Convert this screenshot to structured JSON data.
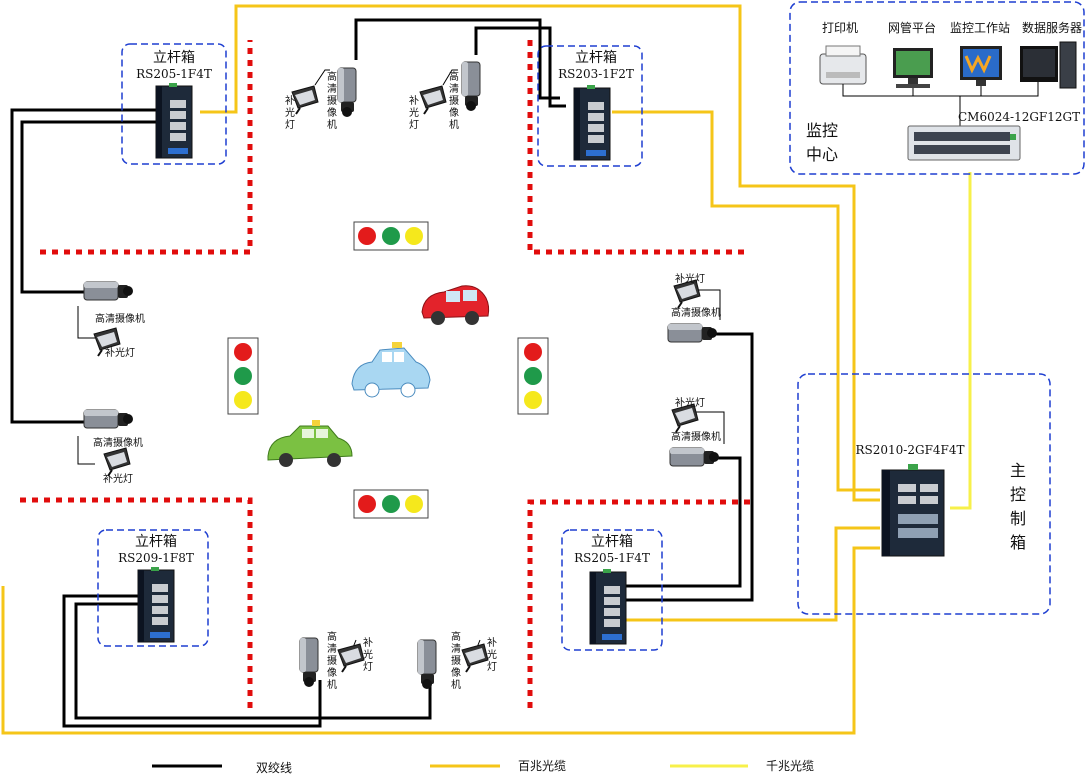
{
  "boxes": {
    "top_left": {
      "title": "立杆箱",
      "model": "RS205-1F4T"
    },
    "top_right": {
      "title": "立杆箱",
      "model": "RS203-1F2T"
    },
    "bottom_left": {
      "title": "立杆箱",
      "model": "RS209-1F8T"
    },
    "bottom_right": {
      "title": "立杆箱",
      "model": "RS205-1F4T"
    }
  },
  "monitor_center": {
    "label_line1": "监控",
    "label_line2": "中心",
    "devices": [
      "打印机",
      "网管平台",
      "监控工作站",
      "数据服务器"
    ],
    "switch_model": "CM6024-12GF12GT"
  },
  "main_box": {
    "label": [
      "主",
      "控",
      "制",
      "箱"
    ],
    "model": "RS2010-2GF4F4T"
  },
  "camera_label": "高清摄像机",
  "light_label": "补光灯",
  "camera_label_chars": [
    "高",
    "清",
    "摄",
    "像",
    "机"
  ],
  "light_label_chars": [
    "补",
    "光",
    "灯"
  ],
  "legend": [
    {
      "label": "双绞线",
      "color": "#000000"
    },
    {
      "label": "百兆光缆",
      "color": "#f5c518"
    },
    {
      "label": "千兆光缆",
      "color": "#f7f04a"
    }
  ]
}
